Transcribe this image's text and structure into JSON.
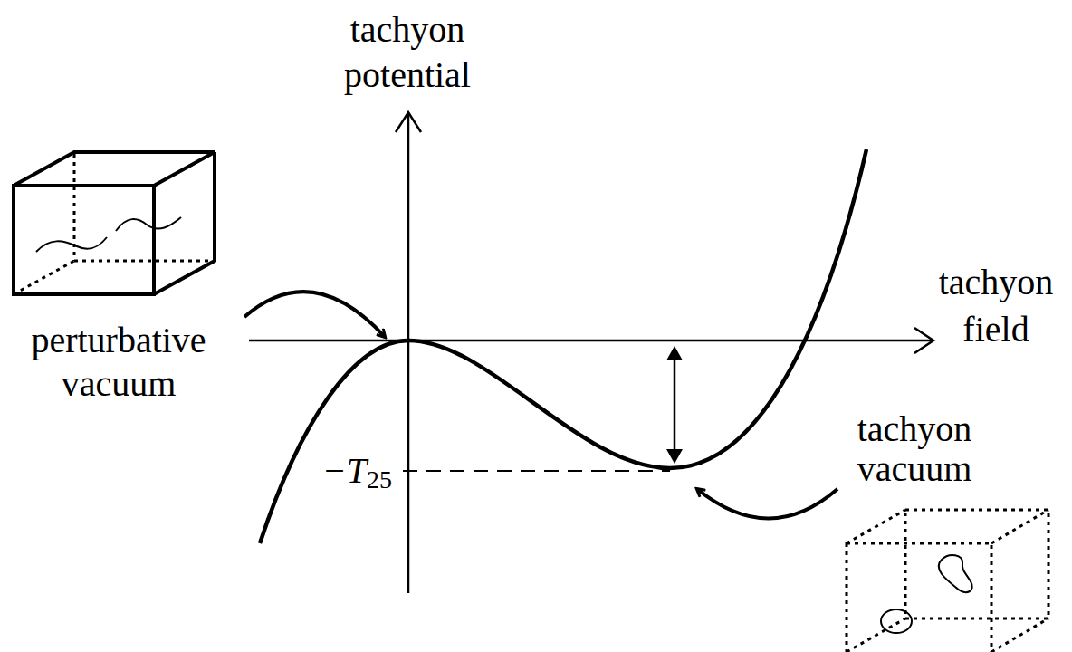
{
  "diagram": {
    "labels": [
      "tachyon potential",
      "tachyon field",
      "perturbative vacuum",
      "tachyon vacuum",
      "−T",
      "25"
    ]
  }
}
